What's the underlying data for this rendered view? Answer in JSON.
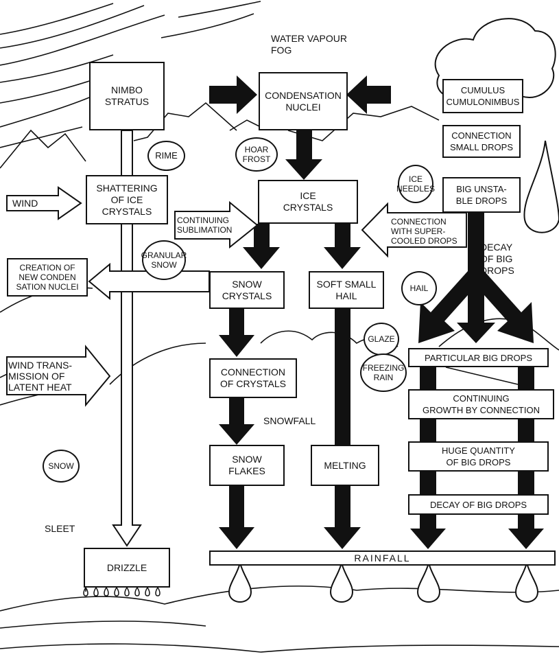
{
  "colors": {
    "ink": "#111111",
    "paper": "#ffffff"
  },
  "top": {
    "vapour": "WATER VAPOUR\nFOG"
  },
  "boxes": {
    "nimbostratus": "NIMBO\nSTRATUS",
    "condensation_nuclei": "CONDENSATION\nNUCLEI",
    "cumulus": "CUMULUS\nCUMULONIMBUS",
    "connection_small_drops": "CONNECTION\nSMALL DROPS",
    "big_unstable_drops": "BIG UNSTA-\nBLE DROPS",
    "shattering": "SHATTERING\nOF ICE\nCRYSTALS",
    "ice_crystals": "ICE\nCRYSTALS",
    "snow_crystals": "SNOW\nCRYSTALS",
    "soft_small_hail": "SOFT SMALL\nHAIL",
    "connection_of_crystals": "CONNECTION\nOF CRYSTALS",
    "snow_flakes": "SNOW\nFLAKES",
    "melting": "MELTING",
    "drizzle": "DRIZZLE",
    "rainfall": "RAINFALL",
    "particular_big_drops": "PARTICULAR BIG DROPS",
    "continuing_growth": "CONTINUING\nGROWTH BY CONNECTION",
    "huge_quantity": "HUGE QUANTITY\nOF BIG DROPS",
    "decay_box": "DECAY OF BIG DROPS"
  },
  "circles": {
    "rime": "RIME",
    "hoar_frost": "HOAR\nFROST",
    "ice_needles": "ICE\nNEEDLES",
    "granular_snow": "GRANULAR\nSNOW",
    "hail": "HAIL",
    "glaze": "GLAZE",
    "freezing_rain": "FREEZING\nRAIN",
    "snow": "SNOW"
  },
  "arrows": {
    "wind": "WIND",
    "continuing_sublimation": "CONTINUING\nSUBLIMATION",
    "connection_supercooled": "CONNECTION\nWITH SUPER-\nCOOLED DROPS",
    "creation_nuclei": "CREATION OF\nNEW CONDEN\nSATION NUCLEI",
    "wind_transmission": "WIND TRANS-\nMISSION OF\nLATENT HEAT"
  },
  "labels": {
    "decay_of_big_drops": "DECAY\nOF BIG\nDROPS",
    "snowfall": "SNOWFALL",
    "sleet": "SLEET"
  }
}
